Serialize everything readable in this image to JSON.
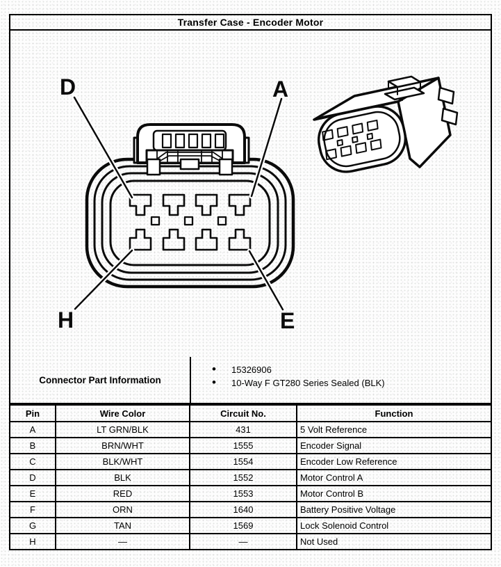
{
  "title": "Transfer Case - Encoder Motor",
  "connector_diagram": {
    "pin_callouts": [
      {
        "label": "D",
        "position": "top-left"
      },
      {
        "label": "A",
        "position": "top-right"
      },
      {
        "label": "H",
        "position": "bottom-left"
      },
      {
        "label": "E",
        "position": "bottom-right"
      }
    ],
    "cavity_count": 8
  },
  "part_info": {
    "label": "Connector Part Information",
    "bullets": [
      "15326906",
      "10-Way F GT280 Series Sealed (BLK)"
    ]
  },
  "pin_table": {
    "headers": [
      "Pin",
      "Wire Color",
      "Circuit No.",
      "Function"
    ],
    "rows": [
      [
        "A",
        "LT GRN/BLK",
        "431",
        "5 Volt Reference"
      ],
      [
        "B",
        "BRN/WHT",
        "1555",
        "Encoder Signal"
      ],
      [
        "C",
        "BLK/WHT",
        "1554",
        "Encoder Low Reference"
      ],
      [
        "D",
        "BLK",
        "1552",
        "Motor Control A"
      ],
      [
        "E",
        "RED",
        "1553",
        "Motor Control B"
      ],
      [
        "F",
        "ORN",
        "1640",
        "Battery Positive Voltage"
      ],
      [
        "G",
        "TAN",
        "1569",
        "Lock Solenoid Control"
      ],
      [
        "H",
        "—",
        "—",
        "Not Used"
      ]
    ]
  },
  "colors": {
    "line": "#000000",
    "paper": "#ffffff"
  }
}
